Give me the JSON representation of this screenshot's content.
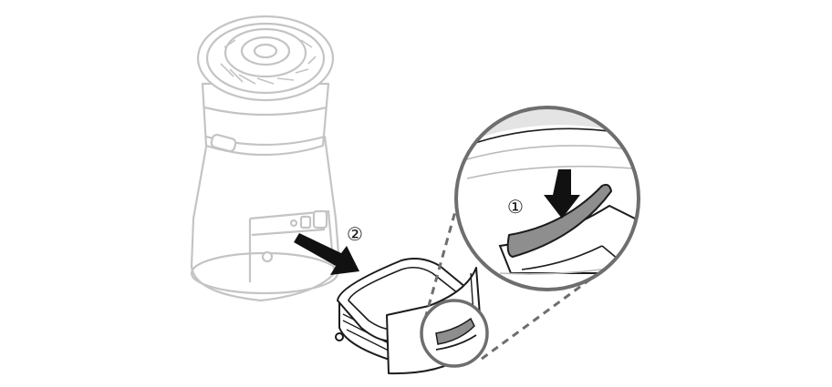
{
  "steps": [
    {
      "number": "①",
      "action": "press-release-lever"
    },
    {
      "number": "②",
      "action": "pull-out-tray"
    }
  ],
  "colors": {
    "faded_outline": "#c4c4c4",
    "main_outline": "#1c1c1c",
    "lever_fill": "#8e8e8e",
    "arrow_fill": "#111111",
    "background": "#ffffff"
  },
  "icons": [
    "press-arrow-icon",
    "pull-arrow-icon"
  ]
}
